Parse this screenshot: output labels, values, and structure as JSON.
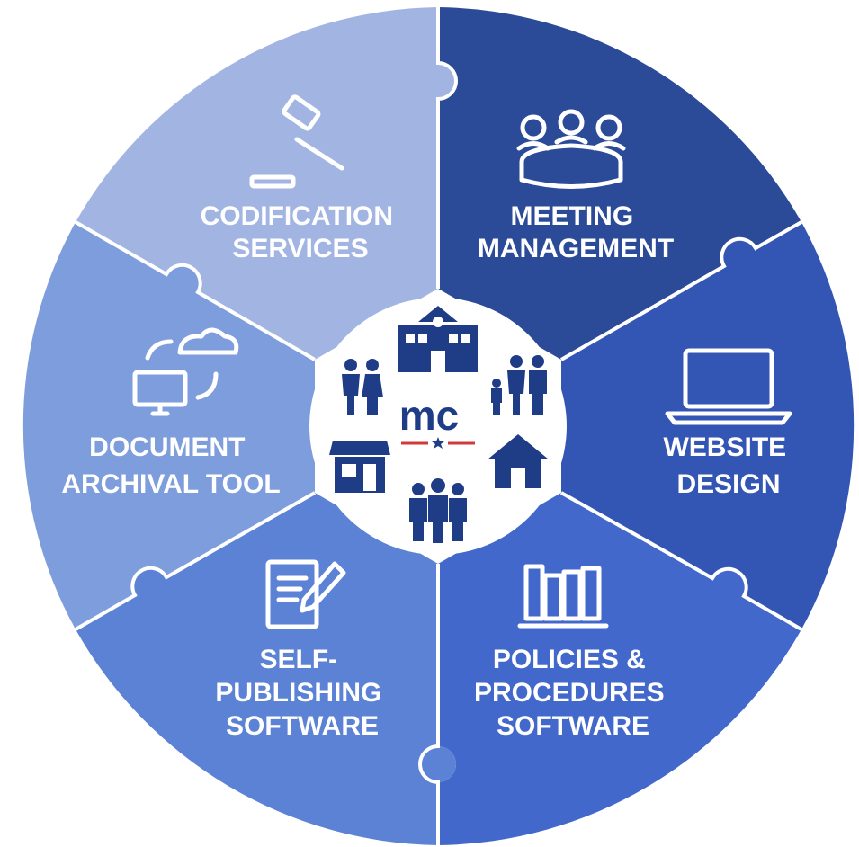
{
  "colors": {
    "codification": "#a2b5e2",
    "meeting": "#2b4a98",
    "website": "#3355b4",
    "policies": "#4268cc",
    "self_publishing": "#5c82d6",
    "document": "#7e9ddc",
    "hub_background": "#ffffff",
    "hub_icons": "#1f3d86",
    "logo_line_red": "#d03a3a"
  },
  "segments": [
    {
      "key": "codification",
      "icon": "gavel-icon",
      "lines": [
        "CODIFICATION",
        "SERVICES"
      ]
    },
    {
      "key": "meeting",
      "icon": "meeting-table-icon",
      "lines": [
        "MEETING",
        "MANAGEMENT"
      ]
    },
    {
      "key": "website",
      "icon": "laptop-icon",
      "lines": [
        "WEBSITE",
        "DESIGN"
      ]
    },
    {
      "key": "policies",
      "icon": "binders-icon",
      "lines": [
        "POLICIES &",
        "PROCEDURES",
        "SOFTWARE"
      ]
    },
    {
      "key": "self_publishing",
      "icon": "notepad-pencil-icon",
      "lines": [
        "SELF-",
        "PUBLISHING",
        "SOFTWARE"
      ]
    },
    {
      "key": "document",
      "icon": "cloud-computer-sync-icon",
      "lines": [
        "DOCUMENT",
        "ARCHIVAL TOOL"
      ]
    }
  ],
  "hub": {
    "logo_text": "mc",
    "icons": [
      "school-building-icon",
      "couple-icon",
      "family-icon",
      "storefront-icon",
      "house-icon",
      "group-icon"
    ]
  }
}
